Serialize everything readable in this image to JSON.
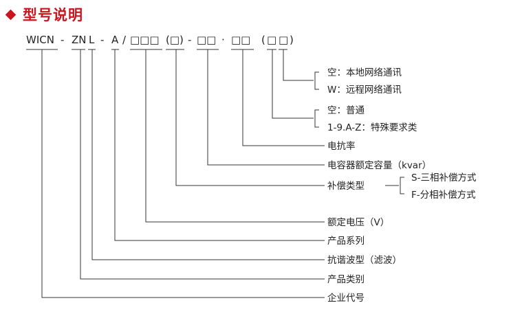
{
  "title": "型号说明",
  "code": {
    "wicn": "WICN",
    "d1": "-",
    "zn": "ZN",
    "l": "L",
    "d2": "-",
    "a": "A",
    "slash": "/",
    "voltage": "□□□",
    "comp": "(□)",
    "d3": "-",
    "cap": "□□",
    "dot": "·",
    "spec": "□□",
    "comm_open": "(",
    "comm_a": "□",
    "comm_b": "□",
    "comm_close": ")"
  },
  "labels": {
    "comm_local": "空：本地网络通讯",
    "comm_remote": "W：远程网络通讯",
    "spec_normal": "空：普通",
    "spec_special": "1-9.A-Z：特殊要求类",
    "reactance": "电抗率",
    "capacity": "电容器额定容量（kvar）",
    "comp_type": "补偿类型",
    "comp_s": "S-三相补偿方式",
    "comp_f": "F-分相补偿方式",
    "voltage": "额定电压（V）",
    "series": "产品系列",
    "filter_type": "抗谐波型（滤波）",
    "category": "产品类别",
    "company": "企业代号"
  },
  "colors": {
    "accent": "#c9151e",
    "text": "#222222",
    "line": "#333333"
  }
}
